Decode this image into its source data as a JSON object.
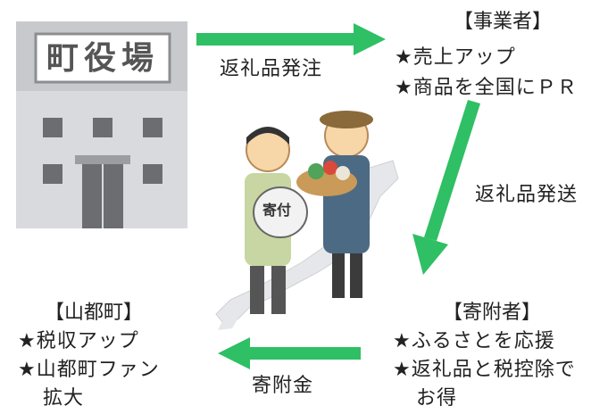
{
  "town_hall": {
    "sign": "町役場"
  },
  "flows": {
    "top": "返礼品発注",
    "right": "返礼品発送",
    "bottom": "寄附金"
  },
  "business": {
    "title": "【事業者】",
    "lines": [
      "★売上アップ",
      "★商品を全国にＰＲ"
    ]
  },
  "donor": {
    "title": "【寄附者】",
    "lines": [
      "★ふるさとを応援",
      "★返礼品と税控除で",
      "お得"
    ]
  },
  "town": {
    "title": "【山都町】",
    "lines": [
      "★税収アップ",
      "★山都町ファン",
      "拡大"
    ]
  },
  "illustration": {
    "bag_label": "寄付"
  },
  "colors": {
    "arrow": "#2fbf64",
    "building": "#d9dadd",
    "building_dark": "#6c6d70"
  }
}
